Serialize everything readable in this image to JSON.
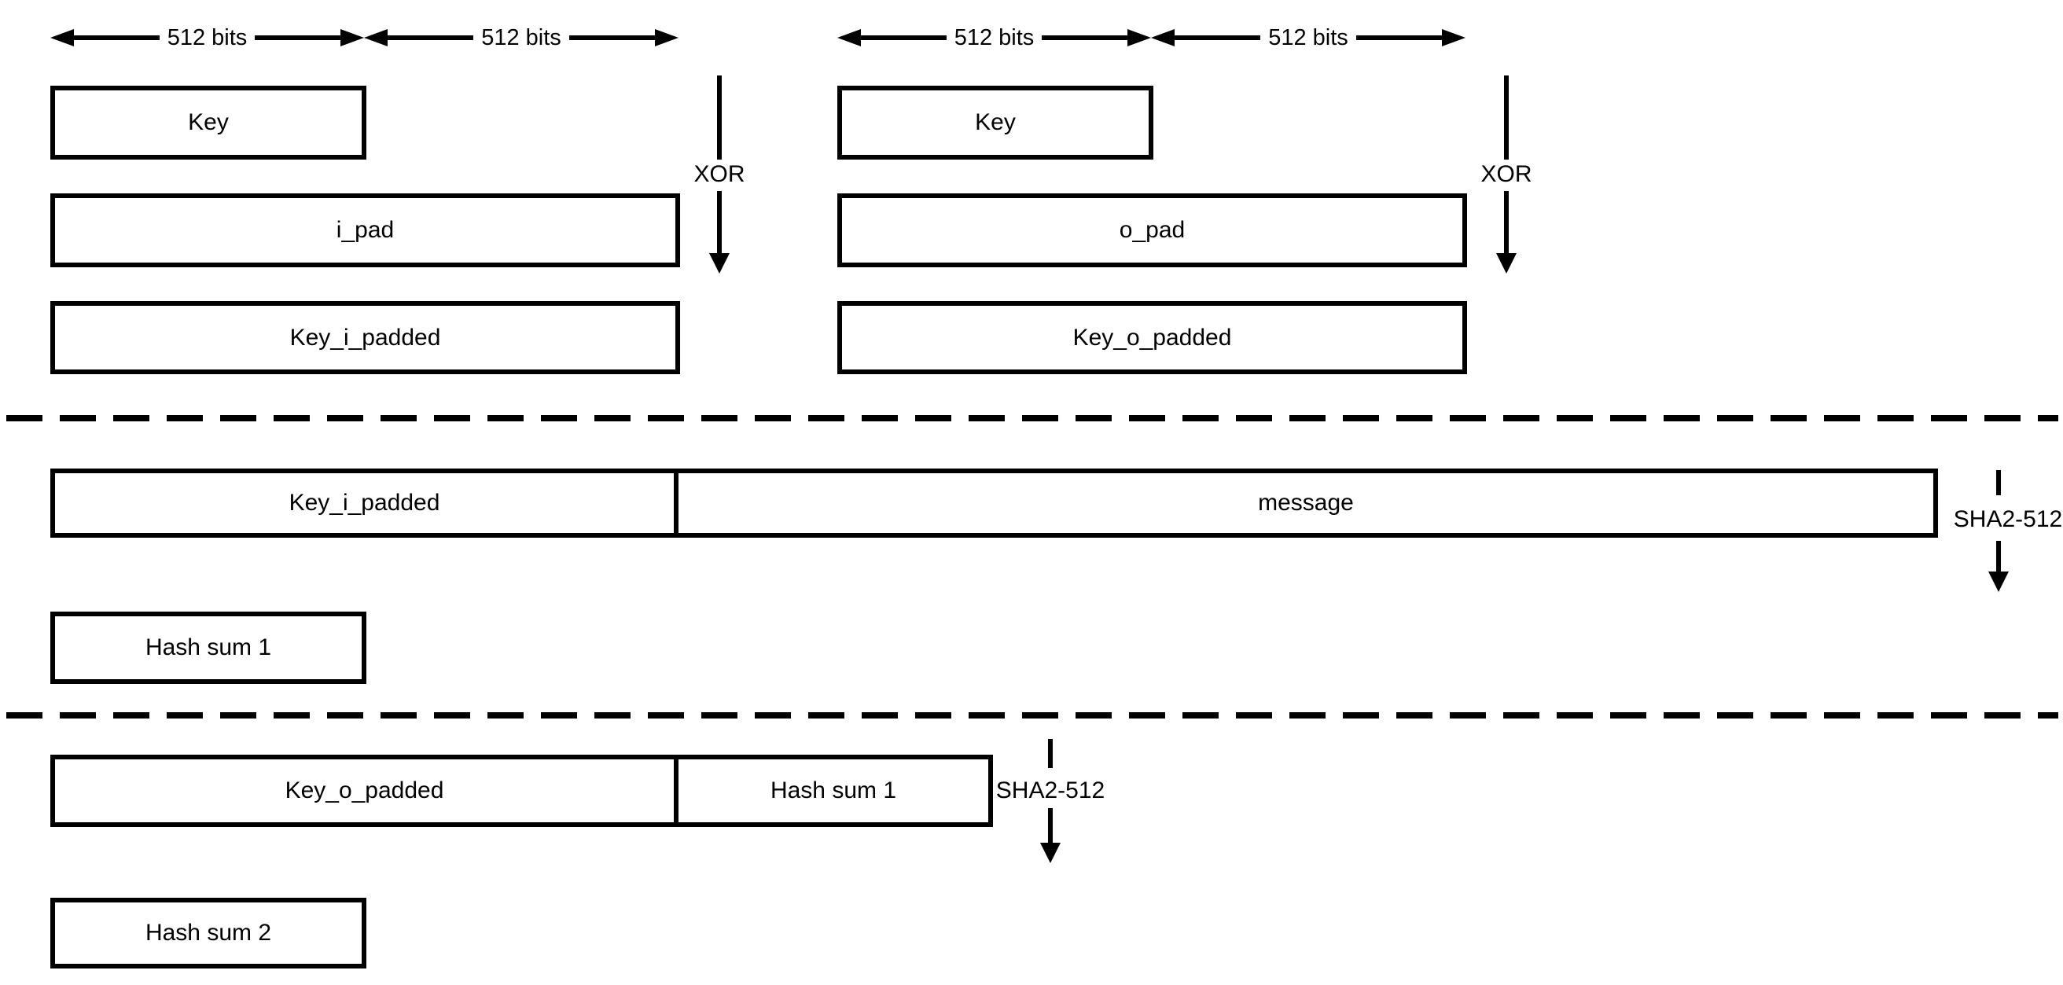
{
  "colors": {
    "line": "#000000",
    "background": "#ffffff"
  },
  "key_prep": {
    "left": {
      "width_labels": [
        "512 bits",
        "512 bits"
      ],
      "key_box": "Key",
      "pad_box": "i_pad",
      "result_box": "Key_i_padded",
      "op_label": "XOR"
    },
    "right": {
      "width_labels": [
        "512 bits",
        "512 bits"
      ],
      "key_box": "Key",
      "pad_box": "o_pad",
      "result_box": "Key_o_padded",
      "op_label": "XOR"
    }
  },
  "inner_hash": {
    "input_left_cell": "Key_i_padded",
    "input_right_cell": "message",
    "hash_fn_label": "SHA2-512",
    "output_box": "Hash sum 1"
  },
  "outer_hash": {
    "input_left_cell": "Key_o_padded",
    "input_right_cell": "Hash sum 1",
    "hash_fn_label": "SHA2-512",
    "output_box": "Hash sum 2"
  }
}
